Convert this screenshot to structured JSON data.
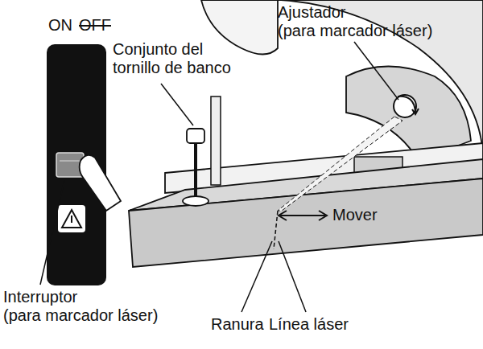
{
  "diagram": {
    "labels": [
      "ON",
      "OFF",
      "Conjunto del tornillo de banco",
      "Ajustador (para marcador láser)",
      "Mover",
      "Interruptor (para marcador láser)",
      "Ranura",
      "Línea láser"
    ]
  }
}
